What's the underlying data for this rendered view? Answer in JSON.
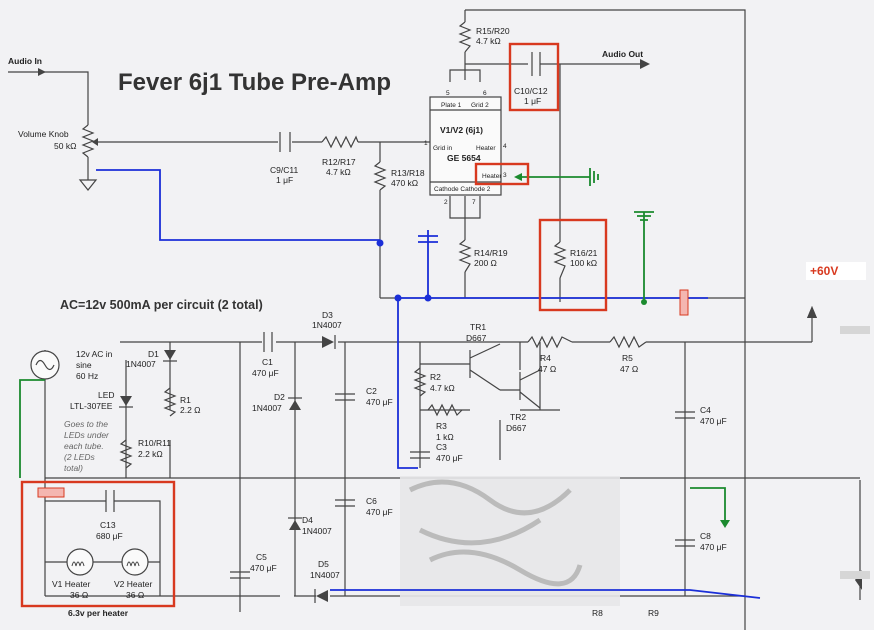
{
  "title": "Fever 6j1 Tube Pre-Amp",
  "io": {
    "audio_in": "Audio In",
    "audio_out": "Audio Out",
    "plus_60v": "+60V"
  },
  "supply_note": "AC=12v 500mA per circuit (2 total)",
  "heater_note": "6.3v per heater",
  "led_note": [
    "Goes to the",
    "LEDs under",
    "each tube.",
    "(2 LEDs",
    "total)"
  ],
  "tube": {
    "name": "V1/V2 (6j1)",
    "part": "GE 5654",
    "plate1": "Plate 1",
    "grid2": "Grid 2",
    "grid_in": "Grid in",
    "heater_a": "Heater",
    "heater_b": "Heater",
    "cathode": "Cathode Cathode 2",
    "pin1": "1",
    "pin2": "2",
    "pin3": "3",
    "pin4": "4",
    "pin5": "5",
    "pin6": "6",
    "pin7": "7"
  },
  "parts": {
    "volume": [
      "Volume Knob",
      "50 kΩ"
    ],
    "c9": [
      "C9/C11",
      "1 μF"
    ],
    "r12": [
      "R12/R17",
      "4.7 kΩ"
    ],
    "r13": [
      "R13/R18",
      "470 kΩ"
    ],
    "r15": [
      "R15/R20",
      "4.7 kΩ"
    ],
    "c10": [
      "C10/C12",
      "1 μF"
    ],
    "r14": [
      "R14/R19",
      "200 Ω"
    ],
    "r16": [
      "R16/21",
      "100 kΩ"
    ],
    "ac": [
      "12v AC in",
      "sine",
      "60 Hz"
    ],
    "d1": [
      "D1",
      "1N4007"
    ],
    "led": [
      "LED",
      "LTL-307EE"
    ],
    "r1": [
      "R1",
      "2.2 Ω"
    ],
    "r10": [
      "R10/R11",
      "2.2 kΩ"
    ],
    "c1": [
      "C1",
      "470 μF"
    ],
    "d2": [
      "D2",
      "1N4007"
    ],
    "d3": [
      "D3",
      "1N4007"
    ],
    "c2": [
      "C2",
      "470 μF"
    ],
    "r2": [
      "R2",
      "4.7 kΩ"
    ],
    "r3": [
      "R3",
      "1 kΩ"
    ],
    "c3": [
      "C3",
      "470 μF"
    ],
    "tr1": [
      "TR1",
      "D667"
    ],
    "tr2": [
      "TR2",
      "D667"
    ],
    "r4": [
      "R4",
      "47 Ω"
    ],
    "r5": [
      "R5",
      "47 Ω"
    ],
    "c4": [
      "C4",
      "470 μF"
    ],
    "c6": [
      "C6",
      "470 μF"
    ],
    "d4": [
      "D4",
      "1N4007"
    ],
    "c5": [
      "C5",
      "470 μF"
    ],
    "d5": [
      "D5",
      "1N4007"
    ],
    "c8": [
      "C8",
      "470 μF"
    ],
    "c13": [
      "C13",
      "680 μF"
    ],
    "v1": [
      "V1 Heater",
      "36 Ω"
    ],
    "v2": [
      "V2 Heater",
      "36 Ω"
    ],
    "r8": "R8",
    "r9": "R9"
  },
  "colors": {
    "wire": "#444444",
    "added_wire": "#1b2fd8",
    "ground_wire": "#1b8a2e",
    "highlight": "#d8391f",
    "plus_60v": "#d8391f"
  }
}
